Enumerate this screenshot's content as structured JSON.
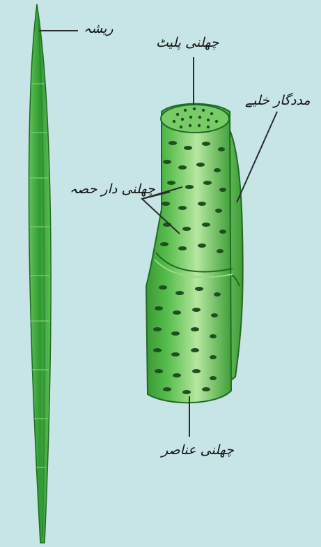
{
  "labels": {
    "fiber": "ریشہ",
    "sieve_plate": "چھلنی پلیٹ",
    "companion_cell": "مددگار خلیے",
    "sieve_area": "چھلنی دار حصہ",
    "sieve_elements": "چھلنی عناصر"
  },
  "colors": {
    "background": "#c7e4e6",
    "cell_green": "#4fb748",
    "cell_light": "#b2e59d",
    "cell_dark": "#2f8a2e",
    "pit": "#1f4f1e",
    "leader_line": "#2b2b2b"
  }
}
